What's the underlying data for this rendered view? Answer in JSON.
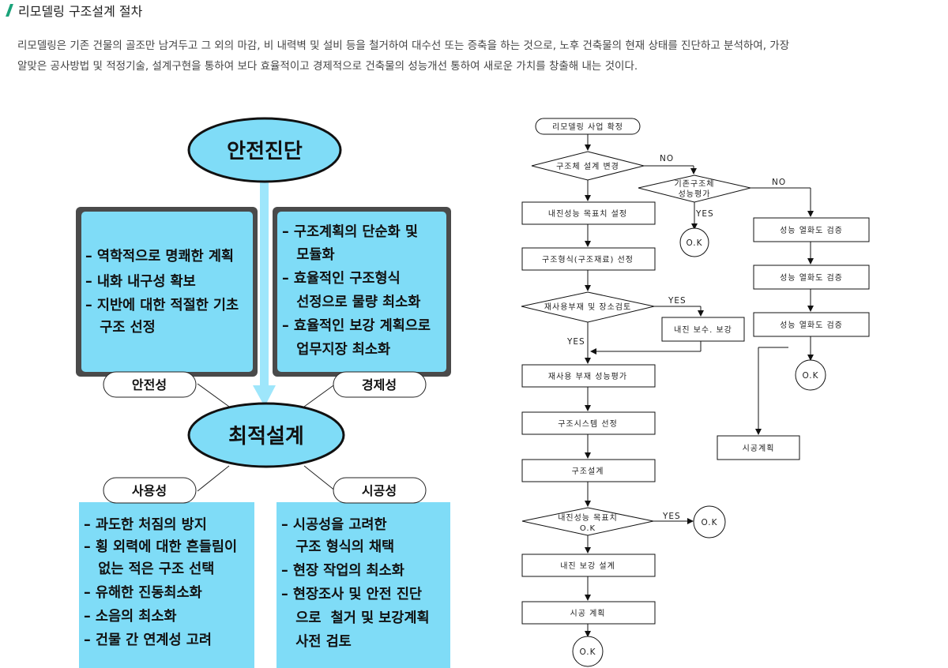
{
  "page": {
    "title": "리모델링 구조설계 절차",
    "intro_line1": "리모델링은 기존 건물의 골조만 남겨두고 그 외의 마감, 비 내력벽 및 설비 등을 철거하여 대수선 또는 증축을 하는 것으로, 노후 건축물의 현재 상태를 진단하고 분석하여, 가장",
    "intro_line2": "알맞은 공사방법 및 적정기술, 설계구현을 통하여 보다 효율적이고 경제적으로 건축물의 성능개선  통하여 새로운 가치를 창출해 내는 것이다."
  },
  "concept": {
    "top_node": "안전진단",
    "center_node": "최적설계",
    "tags": {
      "safety": "안전성",
      "economy": "경제성",
      "usability": "사용성",
      "constructability": "시공성"
    },
    "panel_safety": [
      "– 역학적으로 명쾌한 계획",
      "– 내화 내구성 확보",
      "– 지반에 대한 적절한 기초",
      "   구조 선정"
    ],
    "panel_economy": [
      "– 구조계획의 단순화 및",
      "   모듈화",
      "– 효율적인 구조형식",
      "   선정으로 물량 최소화",
      "– 효율적인 보강 계획으로",
      "   업무지장 최소화"
    ],
    "panel_usability": [
      "– 과도한 처짐의 방지",
      "– 횡 외력에 대한 흔들림이",
      "   없는 적은 구조 선택",
      "– 유해한 진동최소화",
      "– 소음의 최소화",
      "– 건물 간 연계성 고려"
    ],
    "panel_constructability": [
      "– 시공성을 고려한",
      "   구조 형식의 채택",
      "– 현장 작업의 최소화",
      "– 현장조사 및 안전 진단",
      "   으로  철거 및 보강계획",
      "   사전 검토"
    ]
  },
  "flowchart": {
    "start": "리모델링 사업 확정",
    "d_structure_change": "구조체 설계 변경",
    "d_existing_eval_1": "기존구조체",
    "d_existing_eval_2": "성능평가",
    "b_internal_target": "내진성능 목표치 설정",
    "b_structure_type": "구조형식(구조재료) 선정",
    "d_reuse": "재사용부재 및 장소검토",
    "b_seismic_repair": "내진 보수. 보강",
    "b_reuse_eval": "재사용 부재 성능평가",
    "b_system_select": "구조시스템 선정",
    "b_design": "구조설계",
    "d_target_ok_1": "내진성능 목표치",
    "d_target_ok_2": "O.K",
    "b_reinforce_design": "내진 보강 설계",
    "b_construction_plan": "시공 계획",
    "b_degradation_1": "성능 열화도 검증",
    "b_degradation_2": "성능 열화도 검증",
    "b_degradation_3": "성능 열화도 검증",
    "b_construction_plan_right": "시공계획",
    "ok": "O.K",
    "yes": "YES",
    "no": "NO"
  },
  "colors": {
    "accent": "#1aa37a",
    "panel_fill": "#7fdcf7",
    "ellipse_fill": "#7fdcf7",
    "arrow_fill": "#9ee6fb"
  }
}
